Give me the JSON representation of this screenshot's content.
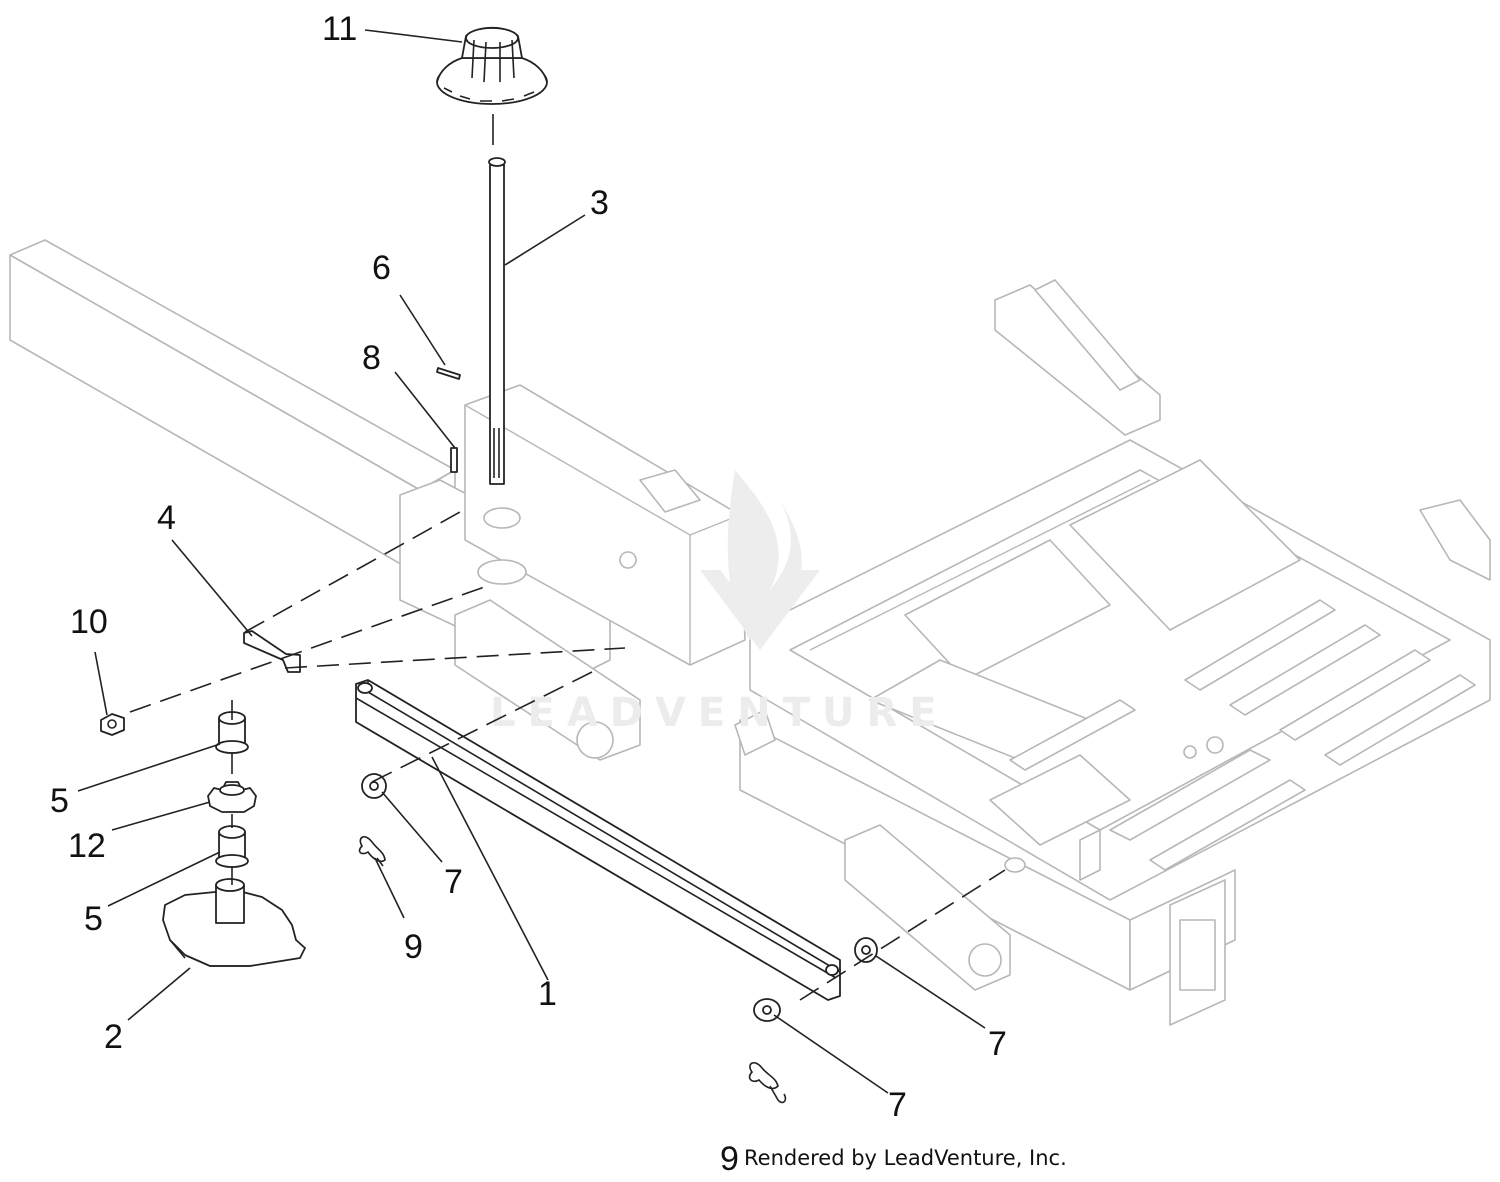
{
  "watermark": "LEADVENTURE",
  "credit": "Rendered by LeadVenture, Inc.",
  "callouts": [
    "11",
    "3",
    "6",
    "8",
    "4",
    "10",
    "5",
    "12",
    "5",
    "2",
    "7",
    "9",
    "1",
    "7",
    "7",
    "9"
  ],
  "colors": {
    "part_stroke": "#222222",
    "frame_stroke": "#b7b7b7",
    "watermark": "#ececec"
  }
}
